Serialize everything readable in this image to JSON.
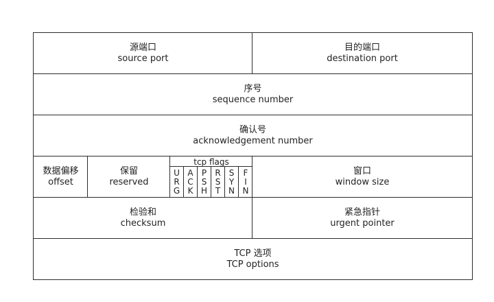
{
  "diagram": {
    "source_port": {
      "zh": "源端口",
      "en": "source port"
    },
    "destination_port": {
      "zh": "目的端口",
      "en": "destination port"
    },
    "sequence_number": {
      "zh": "序号",
      "en": "sequence number"
    },
    "ack_number": {
      "zh": "确认号",
      "en": "acknowledgement number"
    },
    "offset": {
      "zh": "数据偏移",
      "en": "offset"
    },
    "reserved": {
      "zh": "保留",
      "en": "reserved"
    },
    "tcp_flags": {
      "title": "tcp flags",
      "flags": [
        {
          "name": "URG",
          "letters": [
            "U",
            "R",
            "G"
          ]
        },
        {
          "name": "ACK",
          "letters": [
            "A",
            "C",
            "K"
          ]
        },
        {
          "name": "PSH",
          "letters": [
            "P",
            "S",
            "H"
          ]
        },
        {
          "name": "RST",
          "letters": [
            "R",
            "S",
            "T"
          ]
        },
        {
          "name": "SYN",
          "letters": [
            "S",
            "Y",
            "N"
          ]
        },
        {
          "name": "FIN",
          "letters": [
            "F",
            "I",
            "N"
          ]
        }
      ]
    },
    "window_size": {
      "zh": "窗口",
      "en": "window size"
    },
    "checksum": {
      "zh": "检验和",
      "en": "checksum"
    },
    "urgent_pointer": {
      "zh": "紧急指针",
      "en": "urgent pointer"
    },
    "tcp_options": {
      "zh": "TCP 选项",
      "en": "TCP options"
    }
  }
}
